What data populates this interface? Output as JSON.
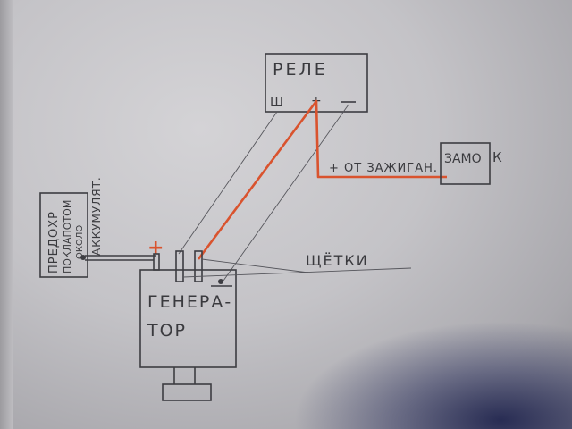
{
  "relay": {
    "title": "РЕЛЕ",
    "terminal_sh": "Ш",
    "terminal_plus": "+",
    "terminal_minus": "−"
  },
  "ignition": {
    "label": "+ ОТ ЗАЖИГАН.",
    "lock_inside": "ЗАМО",
    "lock_outside": "К"
  },
  "fuse": {
    "line1": "ПРЕДОХР",
    "line2": "ПОКЛАПОТОМ",
    "line3": "ОКОЛО",
    "side_label": "АККУМУЛЯТ."
  },
  "generator": {
    "line1": "ГЕНЕРА-",
    "line2": "ТОР",
    "plus_mark": "+"
  },
  "brushes": {
    "label": "ЩЁТКИ"
  },
  "colors": {
    "wire_red": "#d9532e",
    "pencil": "#3d3d42"
  }
}
